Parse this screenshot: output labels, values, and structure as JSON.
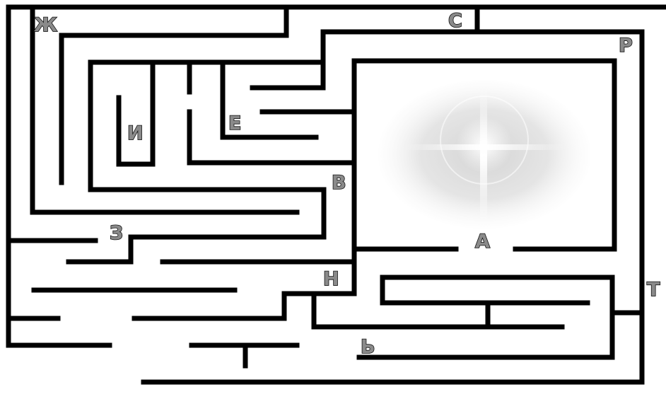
{
  "labels": {
    "zh": "Ж",
    "s": "С",
    "r": "Р",
    "i": "И",
    "e": "Е",
    "v": "В",
    "z": "З",
    "a": "А",
    "n": "Н",
    "t": "Т",
    "soft": "Ь"
  },
  "colors": {
    "wall": "#000000",
    "label_fill": "#8a8a8a",
    "label_outline": "#111111",
    "background": "#ffffff"
  },
  "icons": {
    "center": "glowing-star-icon"
  }
}
